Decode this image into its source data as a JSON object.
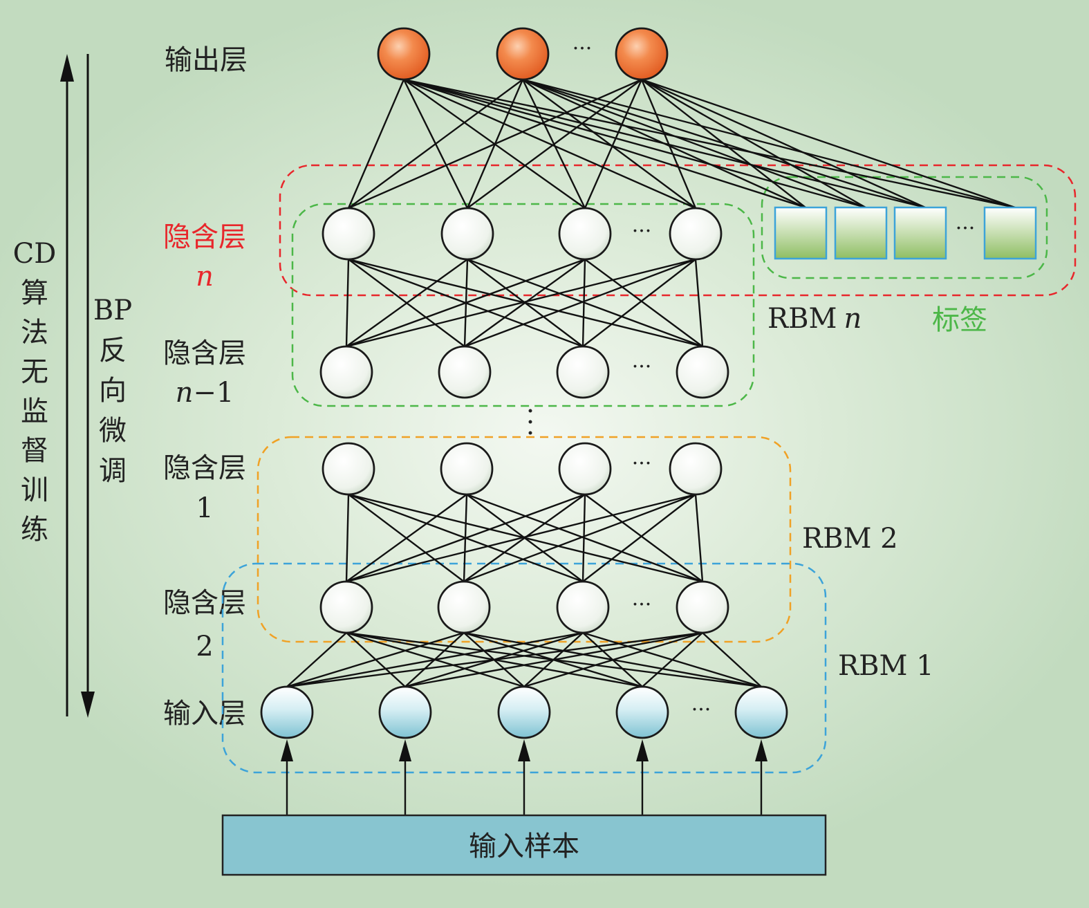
{
  "left_labels": {
    "cd_text": "CD",
    "cd_chars": [
      "算",
      "法",
      "无",
      "监",
      "督",
      "训",
      "练"
    ],
    "bp_text": "BP",
    "bp_chars": [
      "反",
      "向",
      "微",
      "调"
    ]
  },
  "layers": {
    "output": "输出层",
    "hidden_n": {
      "text": "隐含层",
      "index": "n"
    },
    "hidden_n1": {
      "text": "隐含层",
      "index_var": "n",
      "index_rest": "−1"
    },
    "hidden_1": {
      "text": "隐含层",
      "index": "1"
    },
    "hidden_2": {
      "text": "隐含层",
      "index": "2"
    },
    "input": "输入层"
  },
  "groups": {
    "rbm_n_prefix": "RBM",
    "rbm_n_var": "n",
    "labels": "标签",
    "rbm_2": "RBM 2",
    "rbm_1": "RBM 1"
  },
  "input_samples": "输入样本",
  "ellipsis": "···",
  "colors": {
    "red": "#e8262b",
    "green": "#4cb748",
    "orange": "#f0a125",
    "blue": "#3ca3d9",
    "label_text_green": "#4cb748",
    "box_fill": "#88c5d0"
  }
}
